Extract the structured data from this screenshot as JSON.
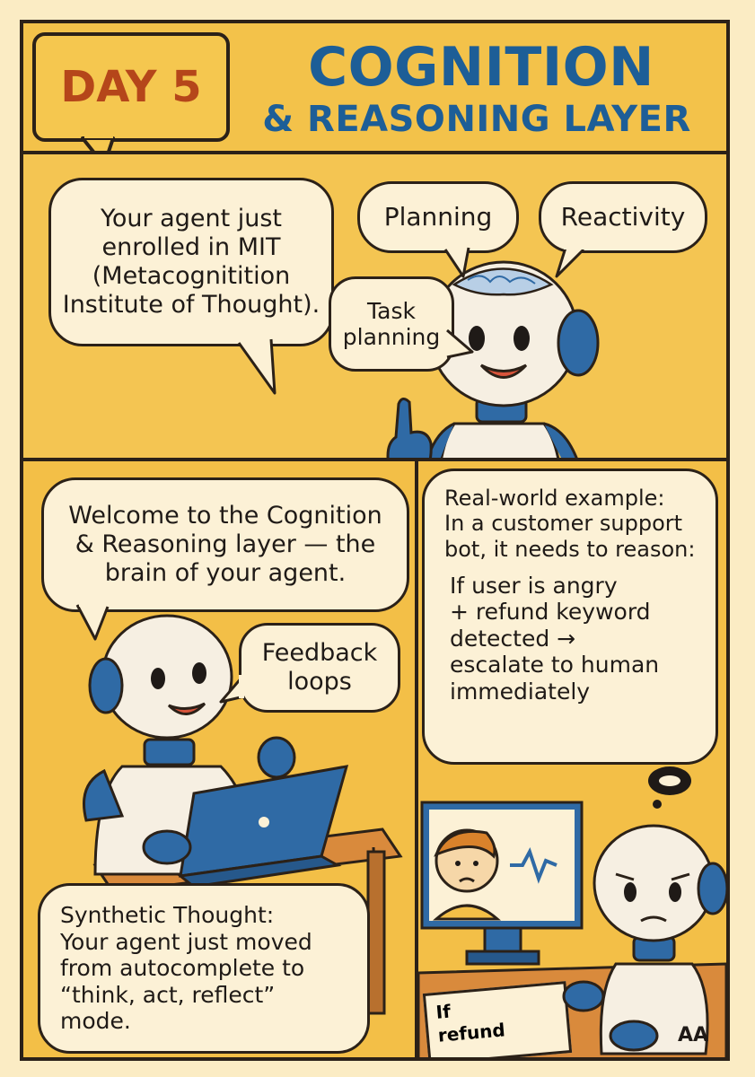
{
  "header": {
    "day_label": "DAY 5",
    "title_line1": "COGNITION",
    "title_line2": "& REASONING LAYER"
  },
  "panel1": {
    "intro_bubble": "Your agent just\nenrolled in MIT\n(Metacognitition\nInstitute of Thought).",
    "planning_bubble": "Planning",
    "reactivity_bubble": "Reactivity",
    "task_planning_bubble": "Task\nplanning"
  },
  "panel2": {
    "welcome_bubble": "Welcome to the Cognition\n& Reasoning layer — the\nbrain of your agent.",
    "feedback_bubble": "Feedback\nloops",
    "synthetic_bubble": "Synthetic Thought:\nYour agent just moved\nfrom autocomplete to\n“think, act, reflect”\nmode."
  },
  "panel3": {
    "example_heading": "Real-world example:\nIn a customer support\nbot, it needs to reason:",
    "example_rule": "If user is angry\n+ refund keyword\ndetected →\nescalate to human\nimmediately",
    "note_line1": "If",
    "note_line2": "refund"
  },
  "signature": "AA",
  "colors": {
    "background": "#fbecc4",
    "panel_yellow": "#f3c24a",
    "title_blue": "#1d5e97",
    "day_orange": "#b5461a",
    "robot_blue": "#2f6aa5",
    "bubble_cream": "#fcf1d6"
  }
}
